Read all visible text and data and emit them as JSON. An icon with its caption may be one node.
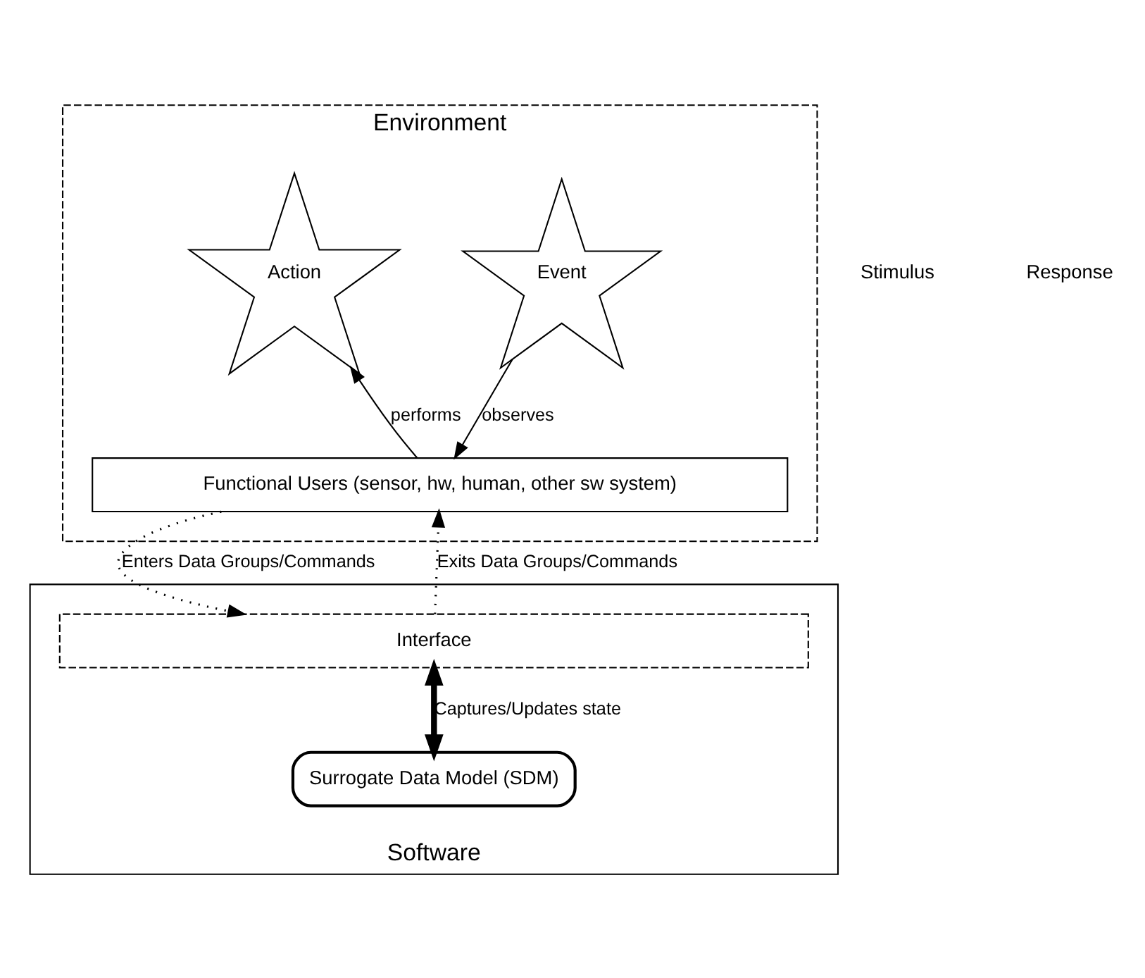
{
  "diagram": {
    "nodes": [
      {
        "text": [
          "Environment"
        ]
      },
      {
        "text": [
          "Event"
        ],
        "in": 0
      },
      {
        "text": [
          "Action"
        ],
        "in": 0
      },
      {
        "text": [
          "Functional Users (sensor, hw, human, other sw system)"
        ],
        "in": 0
      },
      {
        "text": [
          "Software"
        ]
      },
      {
        "text": [
          "Interface"
        ],
        "in": 4
      },
      {
        "text": [
          "Surrogate Data Model (SDM)"
        ],
        "in": 4
      }
    ],
    "edges": [
      {
        "from": 1,
        "to": 3,
        "arrow": "to",
        "label": "observes"
      },
      {
        "from": 3,
        "to": 2,
        "arrow": "to",
        "label": "performs"
      },
      {
        "from": 3,
        "to": 5,
        "arrow": "to",
        "label": "Enters Data Groups/Commands",
        "style": "dashed"
      },
      {
        "from": 5,
        "to": 3,
        "arrow": "to",
        "label": "Exits Data Groups/Commands",
        "style": "dashed"
      },
      {
        "from": 5,
        "to": 6,
        "arrow": "both",
        "label": "Captures/Updates state",
        "style": "thick"
      }
    ],
    "labels": [
      "Stimulus",
      "Response"
    ]
  }
}
